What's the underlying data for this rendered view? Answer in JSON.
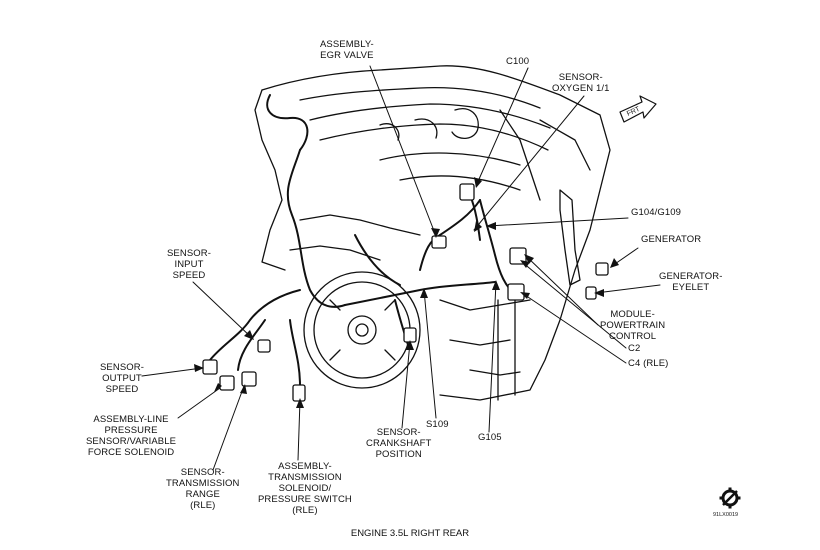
{
  "labels": {
    "egr_valve": "ASSEMBLY-\nEGR VALVE",
    "c100": "C100",
    "o2_sensor": "SENSOR-\nOXYGEN 1/1",
    "g104_g109": "G104/G109",
    "generator": "GENERATOR",
    "generator_eyelet": "GENERATOR-\nEYELET",
    "pcm": "MODULE-\nPOWERTRAIN\nCONTROL",
    "c2": "C2",
    "c4": "C4 (RLE)",
    "input_speed": "SENSOR-\nINPUT\nSPEED",
    "output_speed": "SENSOR-\nOUTPUT\nSPEED",
    "line_pressure": "ASSEMBLY-LINE\nPRESSURE\nSENSOR/VARIABLE\nFORCE SOLENOID",
    "trans_range": "SENSOR-\nTRANSMISSION\nRANGE\n(RLE)",
    "trans_solenoid": "ASSEMBLY-\nTRANSMISSION\nSOLENOID/\nPRESSURE SWITCH\n(RLE)",
    "crankshaft": "SENSOR-\nCRANKSHAFT\nPOSITION",
    "s109": "S109",
    "g105": "G105",
    "front_arrow": "FRT"
  },
  "caption": "ENGINE 3.5L RIGHT REAR",
  "figure_id": "91LX0019",
  "icons": [
    "front-direction-arrow-icon",
    "gear-symbol-icon"
  ]
}
